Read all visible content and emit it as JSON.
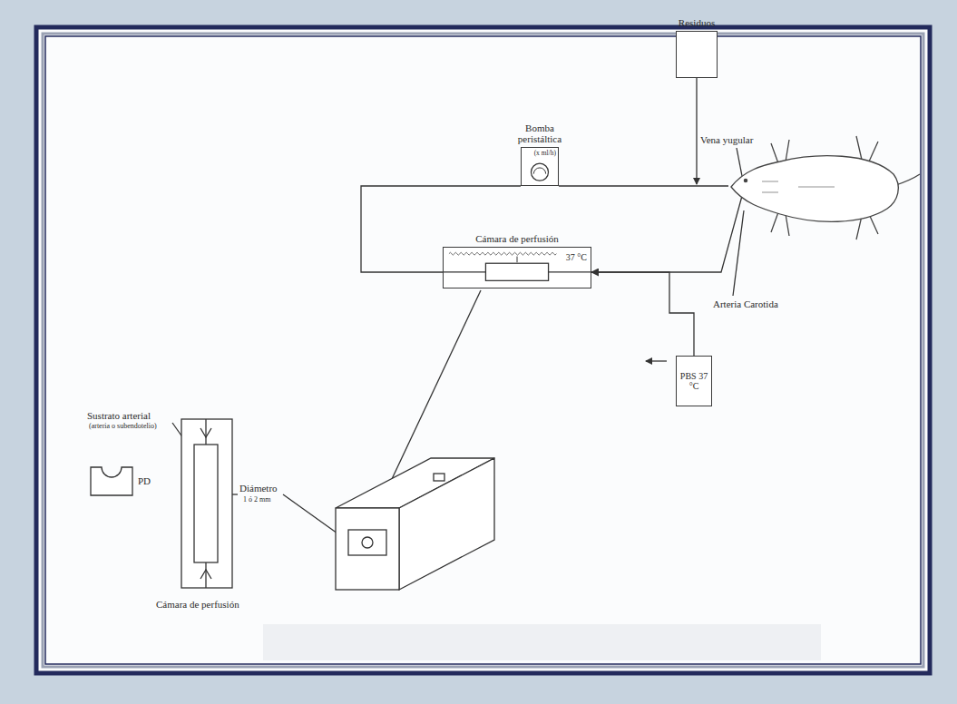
{
  "diagram": {
    "nodes": [
      {
        "text": [
          "Residuos"
        ]
      },
      {
        "text": [
          "Bomba peristáltica",
          "(x ml/h)"
        ]
      },
      {
        "text": [
          "Cámara de perfusión",
          "37 °C"
        ]
      },
      {
        "text": [
          "PBS 37 °C"
        ]
      }
    ],
    "edges": [
      {
        "from": 2,
        "to": 1,
        "arrow": "none"
      },
      {
        "from": 3,
        "to": 2,
        "arrow": "to"
      }
    ],
    "labels": [
      "Vena yugular",
      "Arteria Carotida",
      "Sustrato arterial",
      "(arteria o subendotelio)",
      "PD",
      "Diámetro",
      "1 ó 2 mm",
      "Cámara de perfusión"
    ]
  }
}
